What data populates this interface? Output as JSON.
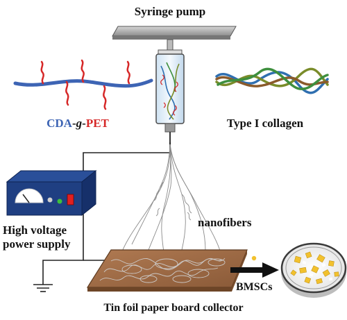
{
  "labels": {
    "syringe_pump": "Syringe pump",
    "cda_g_pet": {
      "cda": "CDA",
      "dash1": "-",
      "g": "g",
      "dash2": "-",
      "pet": "PET"
    },
    "type_i_collagen": "Type I collagen",
    "nanofibers": "nanofibers",
    "power_supply_line1": "High voltage",
    "power_supply_line2": "power supply",
    "bmscs": "BMSCs",
    "collector": "Tin foil paper board collector"
  },
  "colors": {
    "polymer_backbone": "#3d64b4",
    "side_chains": "#d62828",
    "cda_text": "#3d64b4",
    "pet_text": "#d62828",
    "collagen_strands": [
      "#2f6fb0",
      "#7a8c2a",
      "#8a5a2b",
      "#3e8f3e"
    ],
    "power_box": "#1f3f82",
    "collector_board": "#9c6a45",
    "cells": "#f2c12e",
    "dish_rim": "#3a3a3a"
  },
  "icons": [
    "syringe-icon",
    "high-voltage-power-supply-icon",
    "collector-board-icon",
    "petri-dish-icon",
    "ground-symbol-icon",
    "arrow-right-icon"
  ]
}
